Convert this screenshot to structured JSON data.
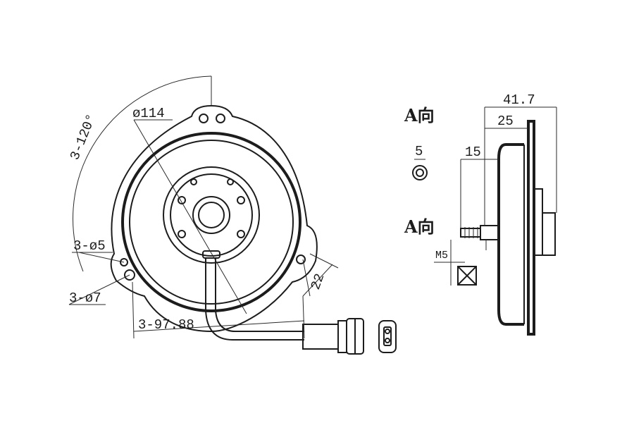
{
  "labels": {
    "diameter_114": "ø114",
    "angle_3_120": "3-120°",
    "holes_3_d5": "3-ø5",
    "holes_3_d7": "3-ø7",
    "pcd_3_97_88": "3-97.88",
    "dim_22": "22",
    "view_a_top": "A向",
    "view_a_mid": "A向",
    "dim_5": "5",
    "dim_15": "15",
    "dim_25": "25",
    "dim_41_7": "41.7",
    "thread_m5": "M5"
  }
}
